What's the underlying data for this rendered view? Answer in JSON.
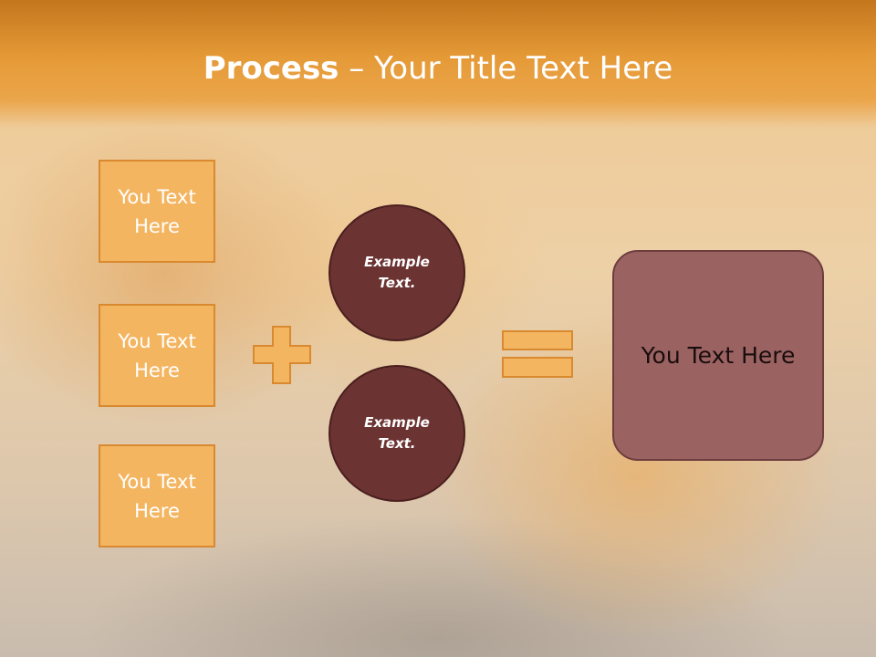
{
  "title": {
    "bold": "Process",
    "rest": " – Your Title Text Here"
  },
  "boxes": [
    "You Text Here",
    "You Text Here",
    "You Text Here"
  ],
  "circles": [
    "Example Text.",
    "Example Text."
  ],
  "result": "You Text Here",
  "colors": {
    "header": "#e59a37",
    "box_fill": "#f4b561",
    "circle_fill": "#6b3332",
    "result_fill": "#9b6262",
    "operator_fill": "#f4b561"
  },
  "icons": {
    "plus": "plus-icon",
    "equals": "equals-icon"
  }
}
